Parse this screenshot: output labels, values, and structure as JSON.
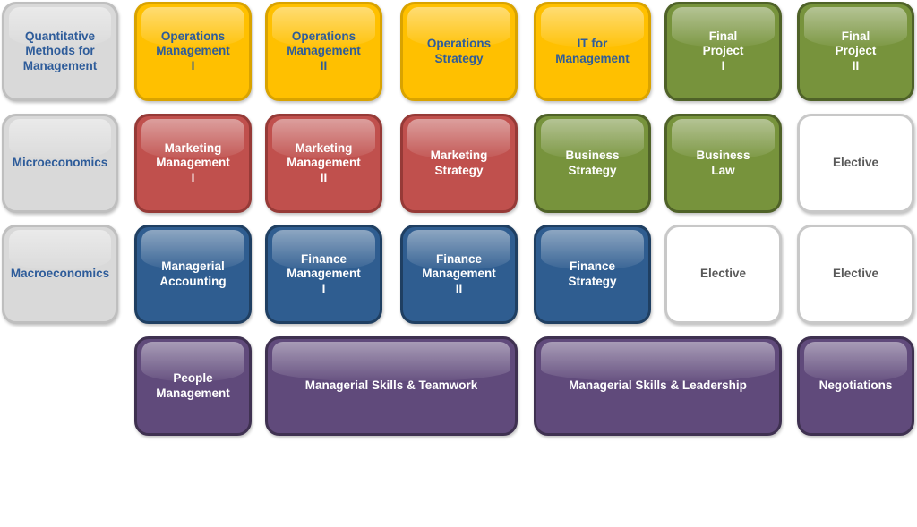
{
  "colors": {
    "core": "#d9d9d9",
    "operations": "#ffc000",
    "strategy_project": "#77933c",
    "marketing": "#c0504d",
    "finance": "#2f5d90",
    "elective": "#ffffff",
    "skills": "#604a7b"
  },
  "rows": [
    {
      "courses": [
        {
          "label": "Quantitative\nMethods for\nManagement",
          "color": "gray"
        },
        {
          "label": "Operations\nManagement\nI",
          "color": "yellow"
        },
        {
          "label": "Operations\nManagement\nII",
          "color": "yellow"
        },
        {
          "label": "Operations\nStrategy",
          "color": "yellow"
        },
        {
          "label": "IT for\nManagement",
          "color": "yellow"
        },
        {
          "label": "Final\nProject\nI",
          "color": "green"
        },
        {
          "label": "Final\nProject\nII",
          "color": "green"
        }
      ]
    },
    {
      "courses": [
        {
          "label": "Microeconomics",
          "color": "gray"
        },
        {
          "label": "Marketing\nManagement\nI",
          "color": "red"
        },
        {
          "label": "Marketing\nManagement\nII",
          "color": "red"
        },
        {
          "label": "Marketing\nStrategy",
          "color": "red"
        },
        {
          "label": "Business\nStrategy",
          "color": "green"
        },
        {
          "label": "Business\nLaw",
          "color": "green"
        },
        {
          "label": "Elective",
          "color": "white"
        }
      ]
    },
    {
      "courses": [
        {
          "label": "Macroeconomics",
          "color": "gray"
        },
        {
          "label": "Managerial\nAccounting",
          "color": "blue"
        },
        {
          "label": "Finance\nManagement\nI",
          "color": "blue"
        },
        {
          "label": "Finance\nManagement\nII",
          "color": "blue"
        },
        {
          "label": "Finance\nStrategy",
          "color": "blue"
        },
        {
          "label": "Elective",
          "color": "white"
        },
        {
          "label": "Elective",
          "color": "white"
        }
      ]
    },
    {
      "courses": [
        {
          "label": "People\nManagement",
          "color": "purple"
        },
        {
          "label": "Managerial Skills & Teamwork",
          "color": "purple"
        },
        {
          "label": "Managerial Skills & Leadership",
          "color": "purple"
        },
        {
          "label": "Negotiations",
          "color": "purple"
        }
      ]
    }
  ]
}
